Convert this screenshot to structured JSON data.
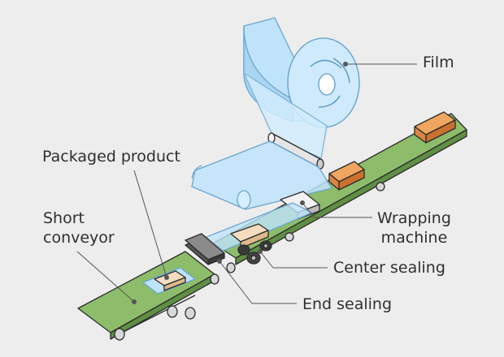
{
  "labels": {
    "film": "Film",
    "packaged_product": "Packaged product",
    "short_conveyor_line1": "Short",
    "short_conveyor_line2": "conveyor",
    "wrapping_machine_line1": "Wrapping",
    "wrapping_machine_line2": "machine",
    "center_sealing": "Center sealing",
    "end_sealing": "End sealing"
  },
  "colors": {
    "background": "#ededed",
    "conveyor_green": "#8dbd6a",
    "film_blue": "#bfe3fb",
    "product_orange": "#e9904a",
    "outline": "#2b2b2b"
  }
}
